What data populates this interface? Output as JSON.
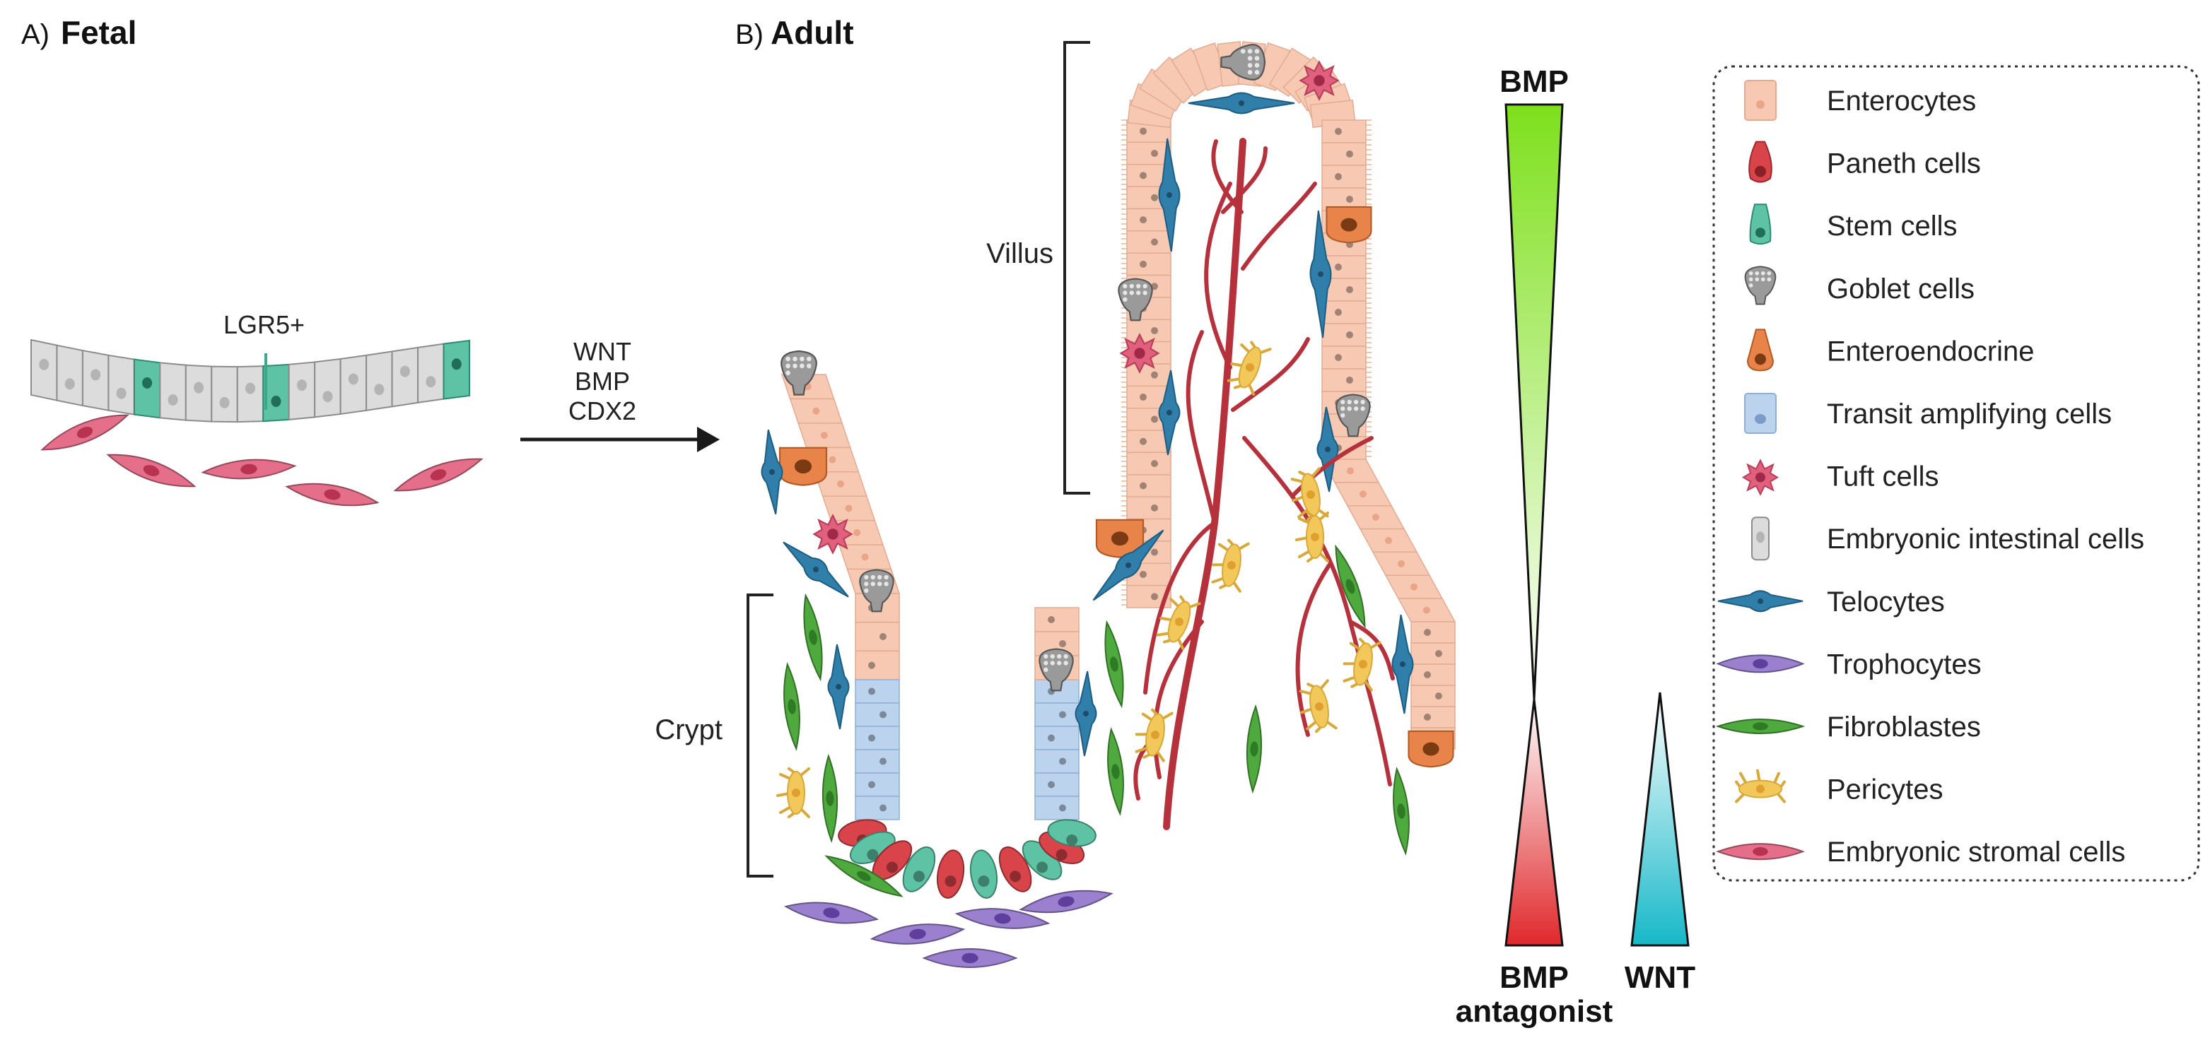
{
  "panel_a": {
    "letter": "A)",
    "title": "Fetal",
    "marker_label": "LGR5+"
  },
  "arrow_labels": [
    "WNT",
    "BMP",
    "CDX2"
  ],
  "panel_b": {
    "letter": "B)",
    "title": "Adult",
    "villus_label": "Villus",
    "crypt_label": "Crypt"
  },
  "gradients": {
    "bmp_label": "BMP",
    "bmp_antagonist_label_line1": "BMP",
    "bmp_antagonist_label_line2": "antagonist",
    "wnt_label": "WNT",
    "colors": {
      "bmp_top": "#7ee01c",
      "bmp_antagonist_bottom": "#e0282c",
      "wnt_bottom": "#16b8c8"
    }
  },
  "legend": {
    "items": [
      {
        "label": "Enterocytes",
        "icon": "enterocyte-icon",
        "color": "#f7c9b2"
      },
      {
        "label": "Paneth cells",
        "icon": "paneth-cell-icon",
        "color": "#d9434a"
      },
      {
        "label": "Stem cells",
        "icon": "stem-cell-icon",
        "color": "#5ec3a4"
      },
      {
        "label": "Goblet cells",
        "icon": "goblet-cell-icon",
        "color": "#8a8a8a"
      },
      {
        "label": "Enteroendocrine",
        "icon": "enteroendocrine-icon",
        "color": "#e8834a"
      },
      {
        "label": "Transit amplifying cells",
        "icon": "transit-amplifying-cell-icon",
        "color": "#bcd3ee"
      },
      {
        "label": "Tuft cells",
        "icon": "tuft-cell-icon",
        "color": "#e0607e"
      },
      {
        "label": "Embryonic intestinal cells",
        "icon": "embryonic-intestinal-cell-icon",
        "color": "#dcdcdc"
      },
      {
        "label": "Telocytes",
        "icon": "telocyte-icon",
        "color": "#2f7faa"
      },
      {
        "label": "Trophocytes",
        "icon": "trophocyte-icon",
        "color": "#9a80cf"
      },
      {
        "label": "Fibroblastes",
        "icon": "fibroblast-icon",
        "color": "#4faa3e"
      },
      {
        "label": "Pericytes",
        "icon": "pericyte-icon",
        "color": "#f3c85a"
      },
      {
        "label": "Embryonic stromal cells",
        "icon": "embryonic-stromal-cell-icon",
        "color": "#e56f8a"
      }
    ]
  }
}
